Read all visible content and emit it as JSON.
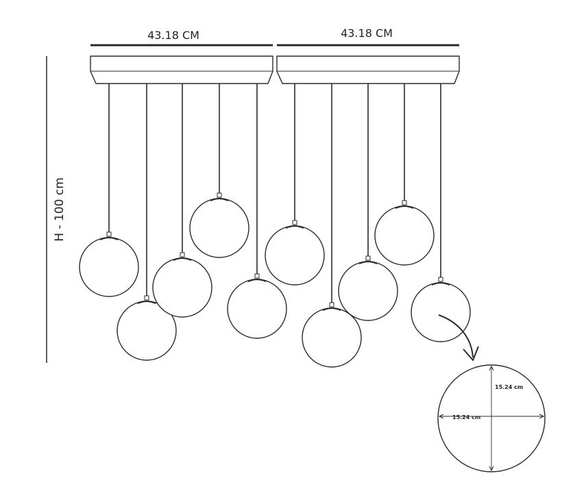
{
  "dimensions": {
    "canopy_left_width": "43.18 CM",
    "canopy_right_width": "43.18 CM",
    "height": "H - 100 cm",
    "globe_height": "15.24 cm",
    "globe_width": "15.24 cm"
  },
  "colors": {
    "line": "#2a2a2a",
    "canopy_fill": "#ffffff",
    "globe_fill": "#ffffff"
  },
  "components": {
    "canopy_count": 2,
    "pendant_count": 10
  }
}
